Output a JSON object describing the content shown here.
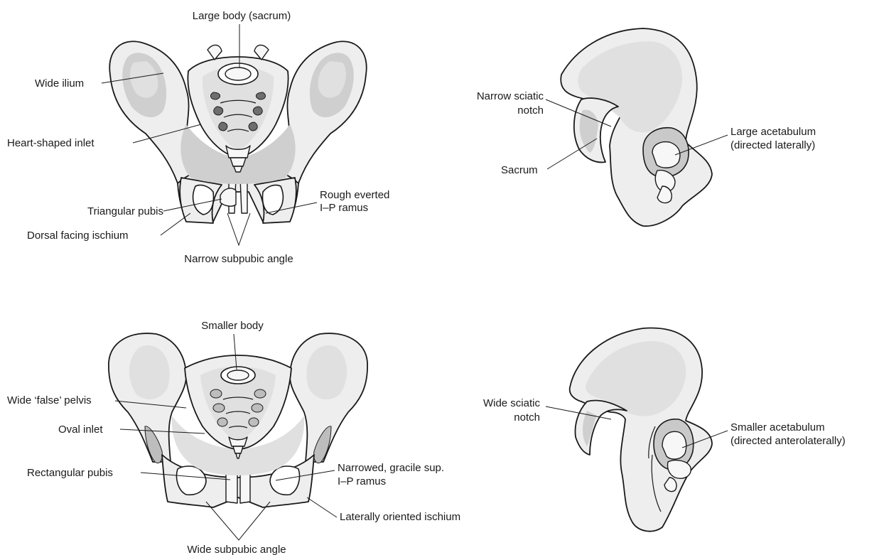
{
  "figure": {
    "male_front": {
      "labels": {
        "large_body": "Large body (sacrum)",
        "wide_ilium": "Wide ilium",
        "heart_inlet": "Heart-shaped inlet",
        "triangular_pubis": "Triangular pubis",
        "dorsal_ischium": "Dorsal facing ischium",
        "narrow_angle": "Narrow subpubic angle",
        "rough_ramus_1": "Rough everted",
        "rough_ramus_2": "I–P ramus"
      }
    },
    "male_side": {
      "labels": {
        "narrow_notch_1": "Narrow sciatic",
        "narrow_notch_2": "notch",
        "sacrum": "Sacrum",
        "large_acetabulum_1": "Large acetabulum",
        "large_acetabulum_2": "(directed laterally)"
      }
    },
    "female_front": {
      "labels": {
        "smaller_body": "Smaller body",
        "false_pelvis": "Wide ‘false’ pelvis",
        "oval_inlet": "Oval inlet",
        "rect_pubis": "Rectangular pubis",
        "gracile_ramus_1": "Narrowed, gracile sup.",
        "gracile_ramus_2": "I–P ramus",
        "lateral_ischium": "Laterally oriented ischium",
        "wide_angle": "Wide subpubic angle"
      }
    },
    "female_side": {
      "labels": {
        "wide_notch_1": "Wide sciatic",
        "wide_notch_2": "notch",
        "smaller_acetabulum_1": "Smaller acetabulum",
        "smaller_acetabulum_2": "(directed anterolaterally)"
      }
    }
  }
}
